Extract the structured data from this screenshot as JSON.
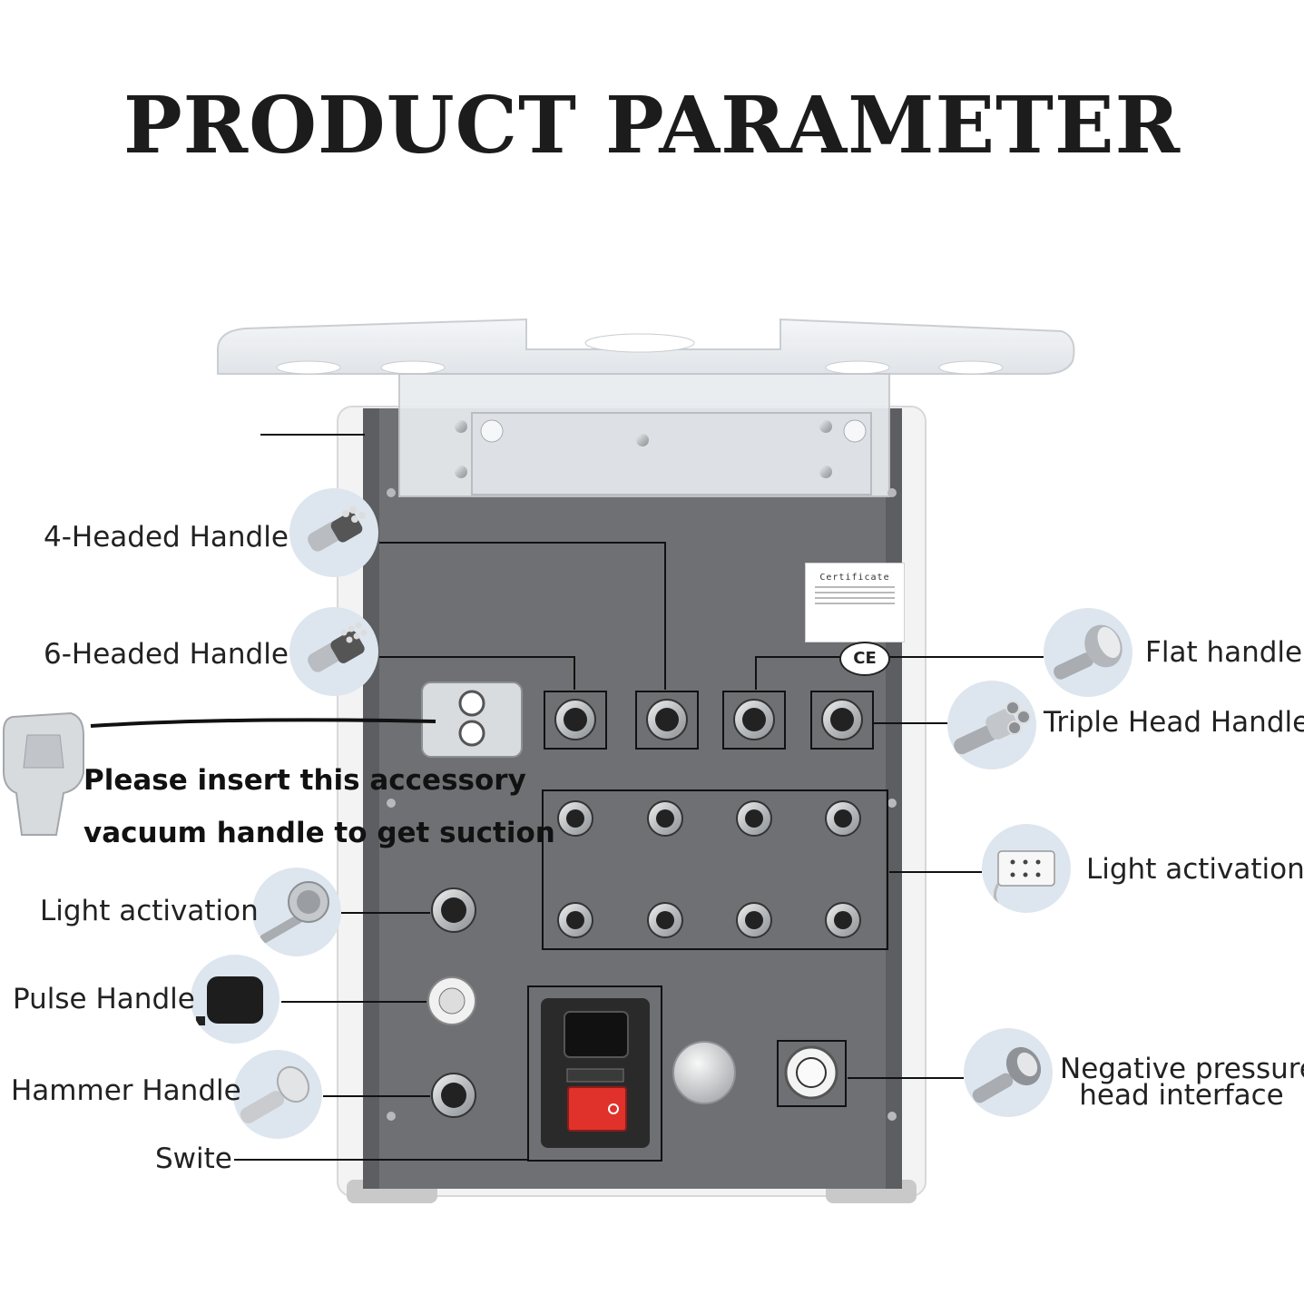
{
  "title": "PRODUCT PARAMETER",
  "certificate": {
    "title": "Certificate",
    "ce_mark": "CE"
  },
  "labels": {
    "four_headed": "4-Headed Handle",
    "six_headed": "6-Headed Handle",
    "flat": "Flat handle",
    "triple": "Triple Head Handle",
    "light_right": "Light activation",
    "light_left": "Light activation",
    "pulse": "Pulse Handle",
    "hammer": "Hammer Handle",
    "switch": "Swite",
    "negative_line1": "Negative pressure",
    "negative_line2": "head interface"
  },
  "note": {
    "line1": "Please insert this accessory",
    "line2": "vacuum handle to get suction"
  },
  "colors": {
    "panel": "#6f7074",
    "panel_dark": "#5d5e62",
    "switch_red": "#e0312b",
    "thumb_bg": "#dde6ee"
  }
}
